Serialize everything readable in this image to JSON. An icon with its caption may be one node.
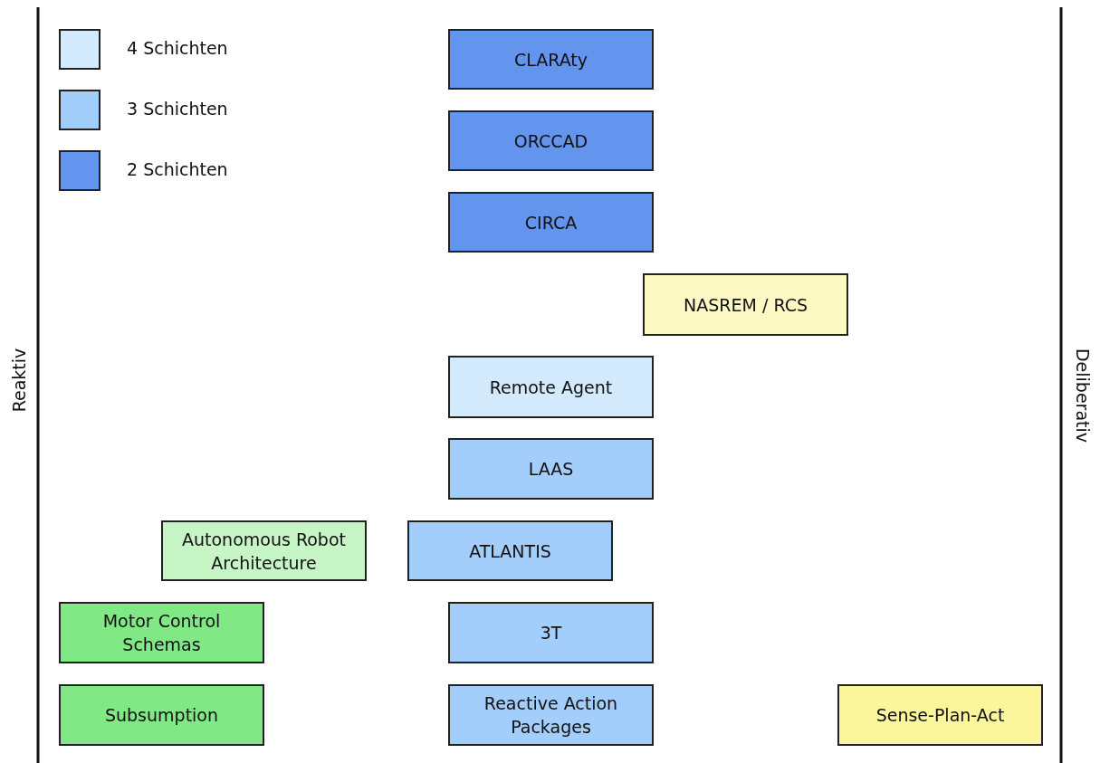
{
  "diagram": {
    "nodes": [
      {
        "text": [
          "CLARAty"
        ]
      },
      {
        "text": [
          "ORCCAD"
        ]
      },
      {
        "text": [
          "CIRCA"
        ]
      },
      {
        "text": [
          "NASREM / RCS"
        ]
      },
      {
        "text": [
          "Remote Agent"
        ]
      },
      {
        "text": [
          "LAAS"
        ]
      },
      {
        "text": [
          "Autonomous Robot Architecture"
        ]
      },
      {
        "text": [
          "ATLANTIS"
        ]
      },
      {
        "text": [
          "Motor Control Schemas"
        ]
      },
      {
        "text": [
          "3T"
        ]
      },
      {
        "text": [
          "Subsumption"
        ]
      },
      {
        "text": [
          "Reactive Action Packages"
        ]
      },
      {
        "text": [
          "Sense-Plan-Act"
        ]
      }
    ],
    "edges": [],
    "labels": [
      "Reaktiv",
      "Deliberativ"
    ],
    "legend": [
      {
        "text": "4 Schichten",
        "color": "#d2eafc"
      },
      {
        "text": "3 Schichten",
        "color": "#a3cdfa"
      },
      {
        "text": "2 Schichten",
        "color": "#6495ee"
      }
    ]
  }
}
